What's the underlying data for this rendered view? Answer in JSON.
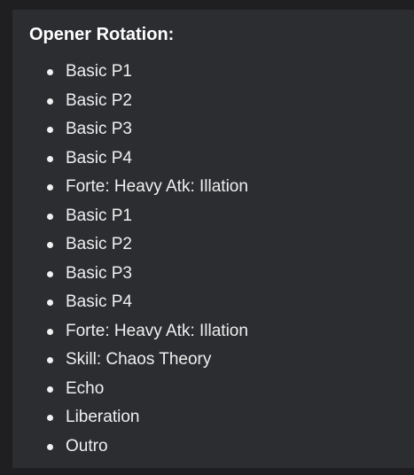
{
  "heading": "Opener Rotation:",
  "items": [
    "Basic P1",
    "Basic P2",
    "Basic P3",
    "Basic P4",
    "Forte: Heavy Atk: Illation",
    "Basic P1",
    "Basic P2",
    "Basic P3",
    "Basic P4",
    "Forte: Heavy Atk: Illation",
    "Skill: Chaos Theory",
    "Echo",
    "Liberation",
    "Outro"
  ],
  "colors": {
    "page_background": "#1f1f21",
    "panel_background": "#2c2d31",
    "text": "#f0f0f0",
    "heading": "#ffffff"
  }
}
